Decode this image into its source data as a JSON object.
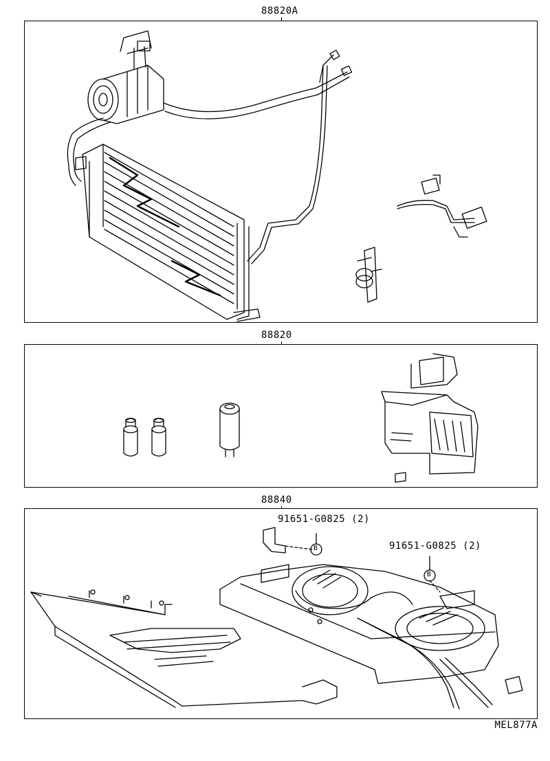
{
  "sections": [
    {
      "code": "88820A"
    },
    {
      "code": "88820"
    },
    {
      "code": "88840"
    }
  ],
  "callouts": [
    {
      "part_no": "91651-G0825",
      "qty": "(2)",
      "ref_letter": "B"
    },
    {
      "part_no": "91651-G0825",
      "qty": "(2)",
      "ref_letter": "B"
    }
  ],
  "reference_id": "MEL877A"
}
